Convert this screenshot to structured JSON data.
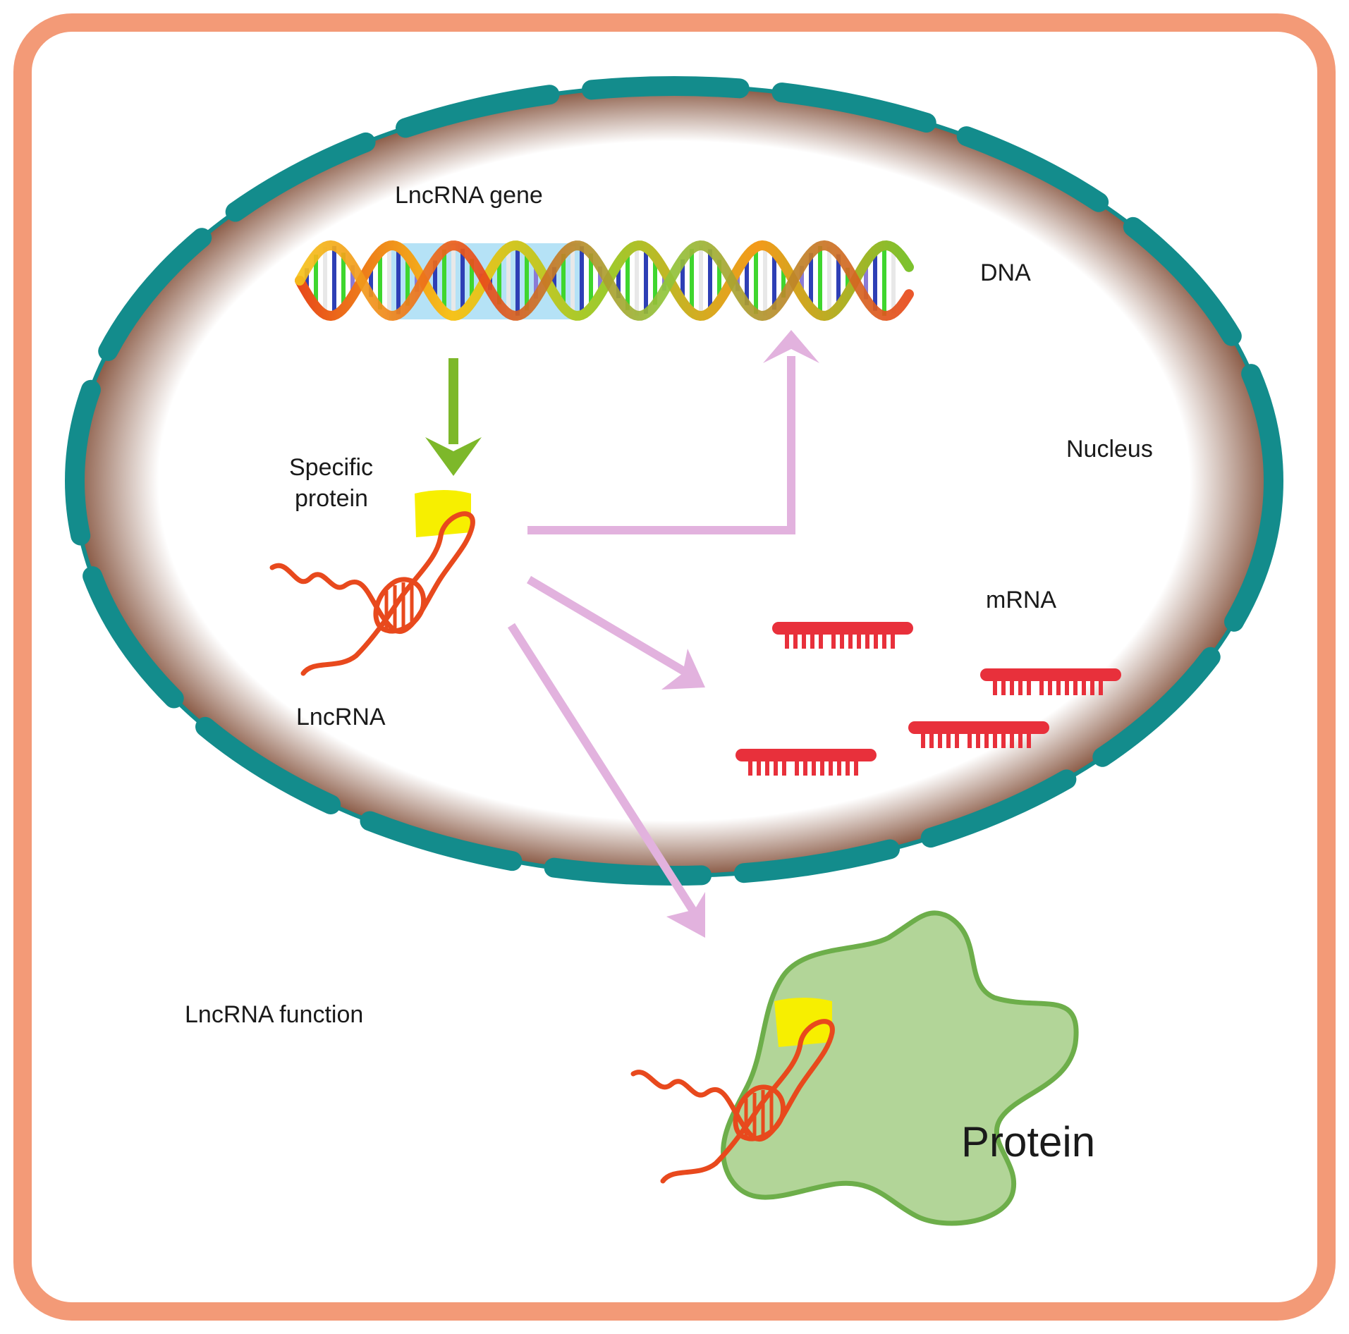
{
  "labels": {
    "lncrna_gene": "LncRNA gene",
    "dna": "DNA",
    "nucleus": "Nucleus",
    "specific_protein_line1": "Specific",
    "specific_protein_line2": "protein",
    "mrna": "mRNA",
    "lncrna": "LncRNA",
    "lncrna_function": "LncRNA function",
    "protein": "Protein"
  },
  "colors": {
    "frame_border": "#F39A77",
    "nuclear_envelope": "#138C8C",
    "nucleus_shadow": "#8A5A45",
    "highlight_box": "#A8DDF5",
    "green_arrow": "#7DB82A",
    "pink_arrow": "#E2B2DE",
    "lncrna_strand": "#E8491D",
    "specific_protein_block": "#F7EF00",
    "mrna": "#E8303B",
    "protein_fill": "#B2D598",
    "protein_stroke": "#6DAE4A"
  },
  "icons": {
    "dna": "dna-double-helix-icon",
    "lncrna": "lncrna-hairpin-icon",
    "specific_protein": "specific-protein-block-icon",
    "mrna": "mrna-strand-icon",
    "protein": "protein-blob-icon"
  }
}
